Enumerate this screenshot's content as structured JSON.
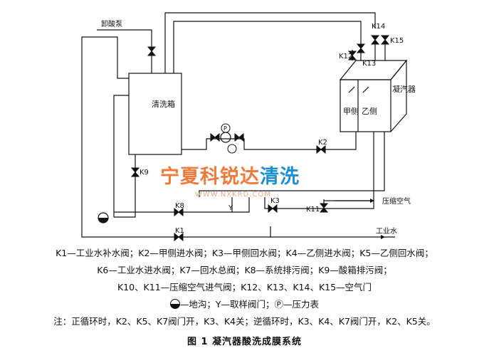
{
  "labels": {
    "acid_pump": "卸酸泵",
    "tank": "清洗箱",
    "condenser": "凝汽器",
    "side_a": "甲侧",
    "side_b": "乙侧",
    "compressed_air": "压缩空气",
    "industrial_water": "工业水",
    "valve_k2": "K2",
    "valve_k3": "K3",
    "valve_k8": "K8",
    "valve_k1": "K1",
    "valve_k9": "K9",
    "valve_k11": "K11",
    "valve_k12": "K12",
    "valve_k13": "K13",
    "valve_k14": "K14",
    "valve_k15": "K15",
    "sample_y": "Y",
    "gauge_p": "P"
  },
  "watermark": {
    "part1": "宁夏科锐达",
    "part2": "清洗",
    "url": "WWW.NXKRD.COM",
    "color1": "#f07a3a",
    "color2": "#1a8fd6"
  },
  "legend": {
    "line1": "K1—工业水补水阀；K2—甲侧进水阀；K3—甲侧回水阀；K4—乙侧进水阀；K5—乙侧回水阀；",
    "line2": "K6—工业水进水阀；K7—回水总阀；K8—系统排污阀；K9—酸箱排污阀；",
    "line3": "K10、K11—压缩空气进气阀；K12、K13、K14、K15—空气门",
    "line4": "—地沟；Y—取样阀门；Ⓟ—压力表",
    "note": "注：正循环时，K2、K5、K7阀门开，K3、K4关；逆循环时，K3、K4、K7阀门开，K2、K5关。"
  },
  "caption": "图 1    凝汽器酸洗成膜系统"
}
